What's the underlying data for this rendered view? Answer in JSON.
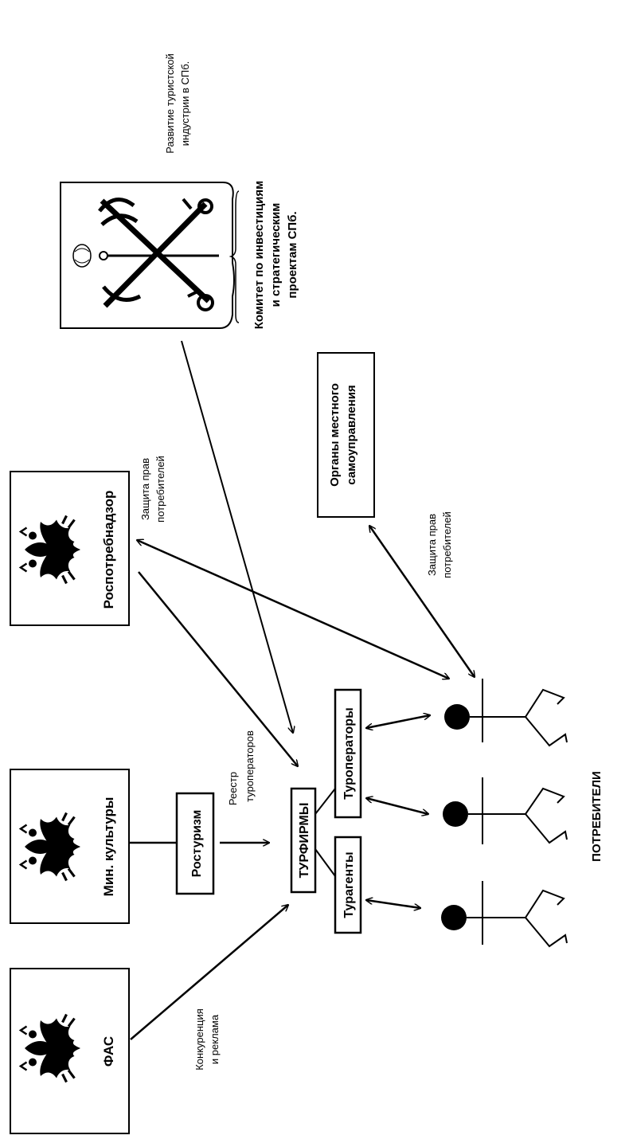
{
  "colors": {
    "ink": "#000000",
    "paper": "#ffffff"
  },
  "icons": {
    "agency_emblem": "double-headed-eagle-icon",
    "city_emblem": "spb-coat-of-arms-icon",
    "consumer": "stick-figure-icon"
  },
  "boxes": {
    "fas": "ФАС",
    "min_culture": "Мин. культуры",
    "rospotreb": "Роспотребнадзор",
    "rosturism": "Ростуризм",
    "organs_line1": "Органы местного",
    "organs_line2": "самоуправления",
    "turfirmy": "ТУРФИРМЫ",
    "turagenty": "Турагенты",
    "turoperatory": "Туроператоры"
  },
  "committee": {
    "line1": "Комитет по инвестициям",
    "line2": "и стратегическим",
    "line3": "проектам СПб."
  },
  "notes": {
    "tourism_dev_line1": "Развитие туристской",
    "tourism_dev_line2": "индустрии в СПб.",
    "consumer_rights_a_line1": "Защита прав",
    "consumer_rights_a_line2": "потребителей",
    "consumer_rights_b_line1": "Защита прав",
    "consumer_rights_b_line2": "потребителей",
    "registry_line1": "Реестр",
    "registry_line2": "туроператоров",
    "competition_line1": "Конкуренция",
    "competition_line2": "и реклама"
  },
  "consumers_label": "ПОТРЕБИТЕЛИ"
}
